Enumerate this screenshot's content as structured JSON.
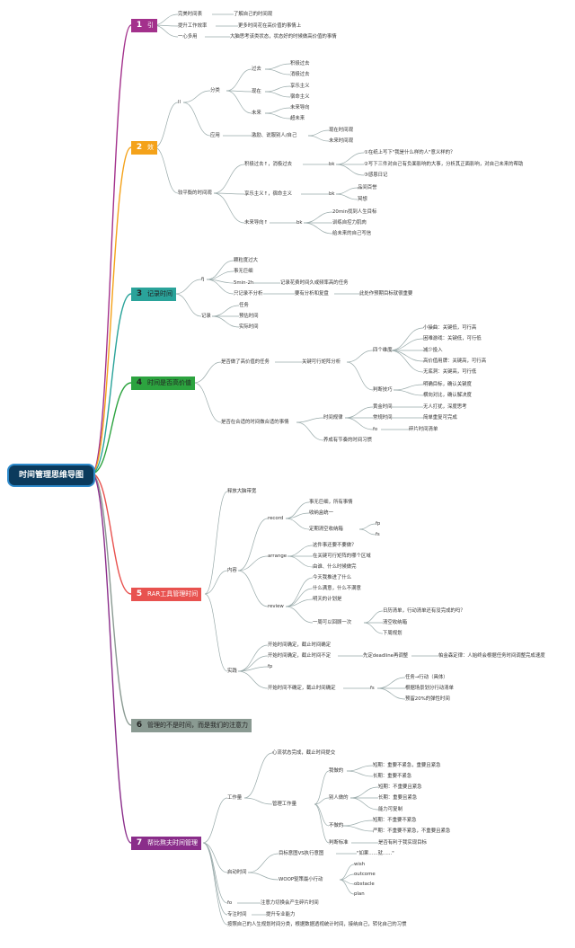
{
  "root": "时间管理思维导图",
  "colors": {
    "b1": "#a3318c",
    "b1t": "#ffffff",
    "b2": "#f4a21a",
    "b2t": "#ffffff",
    "b3": "#2aa39a",
    "b3t": "#222222",
    "b4": "#2ca33f",
    "b4t": "#222222",
    "b5": "#e8524f",
    "b5t": "#ffffff",
    "b6": "#8a9a92",
    "b6t": "#222222",
    "b7": "#8a2d8a",
    "b7t": "#ffffff"
  },
  "branches": [
    {
      "num": "1",
      "label": "引"
    },
    {
      "num": "2",
      "label": "效"
    },
    {
      "num": "3",
      "label": "记录时间"
    },
    {
      "num": "4",
      "label": "时间是否高价值"
    },
    {
      "num": "5",
      "label": "RAR工具管理时间"
    },
    {
      "num": "6",
      "label": "管理的不是时间，而是我们的注意力"
    },
    {
      "num": "7",
      "label": "帮比熬夫时间管理"
    }
  ],
  "b1": {
    "a1": "完美时间表",
    "a2": "了解自己的时间观",
    "b1": "提升工作效率",
    "b2": "更多时间花在高价值的事情上",
    "c1": "一心多用",
    "c2": "大脑思考该类状态，状态好的时候做高价值的事情"
  },
  "b2": {
    "s": "ll",
    "fenlei": "分类",
    "guoqu": "过去",
    "xianzai": "现在",
    "weilai": "未来",
    "g1": "积极过去",
    "g2": "消极过去",
    "x1": "享乐主义",
    "x2": "宿命主义",
    "w1": "未来导向",
    "w2": "超未来",
    "yingyong": "应用",
    "jili": "激励、说服别人/自己",
    "xz": "现在时间观",
    "wl": "未来时间观",
    "pingheng": "较平衡的时间观",
    "jj": "积极过去↑，消极过去",
    "jjbk": "bk",
    "jj1": "①在纸上写下\"我是什么样的人\"意义样的？",
    "jj2": "②写下三件对自己有负面影响的大事，分析其正面影响，对自己未来的帮助",
    "jj3": "③感恩日记",
    "xl": "享乐主义↑，宿命主义",
    "xlbk": "bk",
    "xl1": "品间百誉",
    "xl2": "冥想",
    "wl_dx": "未来导向↑",
    "wlbk": "bk",
    "wl1": "20min找到人生目标",
    "wl2": "训练自控力肌肉",
    "wl3": "给未来的自己写信"
  },
  "b3": {
    "fj": "fj",
    "z1": "颗粒度过大",
    "z2": "事无巨细",
    "z3": "5min-2h",
    "z3b": "记录花费时间久或频率高的任务",
    "z4": "只记录不分析",
    "z4b": "要有分析和复盘",
    "z4c": "此处作预期目标就很重要",
    "jilu": "记录",
    "r1": "任务",
    "r2": "预估时间",
    "r3": "实际时间"
  },
  "b4": {
    "q1": "是否做了高价值的任务",
    "q1b": "关键可行矩阵分析",
    "q1c": "四个维度",
    "d1": "小操曲：关键低，可行高",
    "d2": "困难游戏：关键低，可行低",
    "d3": "减少投入",
    "d4": "高价值用牌：关键高，可行高",
    "d5": "无底洞：关键高，可行低",
    "pd": "判断技巧",
    "p1": "明确目标，确认关键度",
    "p2": "横向对比，确认解决度",
    "q2": "是否在合适的时间做合适的事情",
    "sjgl": "时间规律",
    "hj": "黄金时间",
    "hj2": "无人打扰，深度思考",
    "cg": "常规时间",
    "cg2": "简单重复可完成",
    "fo": "fo",
    "fo2": "碎片时间清单",
    "jz": "养成有节奏的时间习惯"
  },
  "b5": {
    "sf": "释放大脑带宽",
    "nr": "内容",
    "record": "record",
    "r1": "事无巨细，所有事情",
    "r2": "收纳盒统一",
    "r3": "定期清空收纳箱",
    "rfp": "fp",
    "rfs": "fs",
    "arrange": "arrange",
    "a1": "这件事还要不要做？",
    "a2": "在关键可行矩阵的哪个区域",
    "a3": "由谁、什么时候做完",
    "review": "review",
    "v1": "今天我推进了什么",
    "v2": "什么满意，什么不满意",
    "v3": "明天的计划是",
    "v4": "一周可以回顾一次",
    "v41": "日历清单，行动清单还有没完成的吗？",
    "v42": "清空收纳箱",
    "v43": "下周规划",
    "sj": "实践",
    "s1": "开始时间确定，截止时间确定",
    "s2": "开始时间确定，截止时间不定",
    "s2b": "先定deadline再调整",
    "s2c": "帕金森定律：人始终会根据任务时间调整完成速度",
    "sfp": "fp",
    "s3": "开始时间不确定，截止时间确定",
    "s3fs": "fs",
    "s31": "任务→行动（具体）",
    "s32": "根据场景划分行动清单",
    "s33": "预留20%的弹性时间"
  },
  "b7": {
    "gzl": "工作量",
    "xt": "心流状态完成，截止时间提交",
    "gl": "管理工作量",
    "yzd": "我做的",
    "yzd1": "短期：重要不紧急，重要且紧急",
    "yzd2": "长期：重要不紧急",
    "brz": "别人做的",
    "brz1": "短期：不重要且紧急",
    "brz2": "长期：重要且紧急",
    "brz3": "能力可复制",
    "bz": "不做的",
    "bz1": "短期：不重要不紧急",
    "bz2": "严期：不重要不紧急，不重要且紧急",
    "pdbz": "判断标准",
    "pdbz2": "是否有利于我实现目标",
    "qd": "启动时间",
    "mb": "目标意图VS执行意图",
    "mb2": "\"如果......就......\"",
    "woop": "WOOP驱策最小行动",
    "wo1": "wish",
    "wo2": "outcome",
    "wo3": "obstacle",
    "wo4": "plan",
    "fo": "fo",
    "fo2": "注意力切换会产生碎片时间",
    "zz": "专注时间",
    "zz2": "提升专业能力",
    "last": "按照自己的人生规划时间分类，根据数据透视统计时间，接纳自己，转化自己的习惯"
  }
}
